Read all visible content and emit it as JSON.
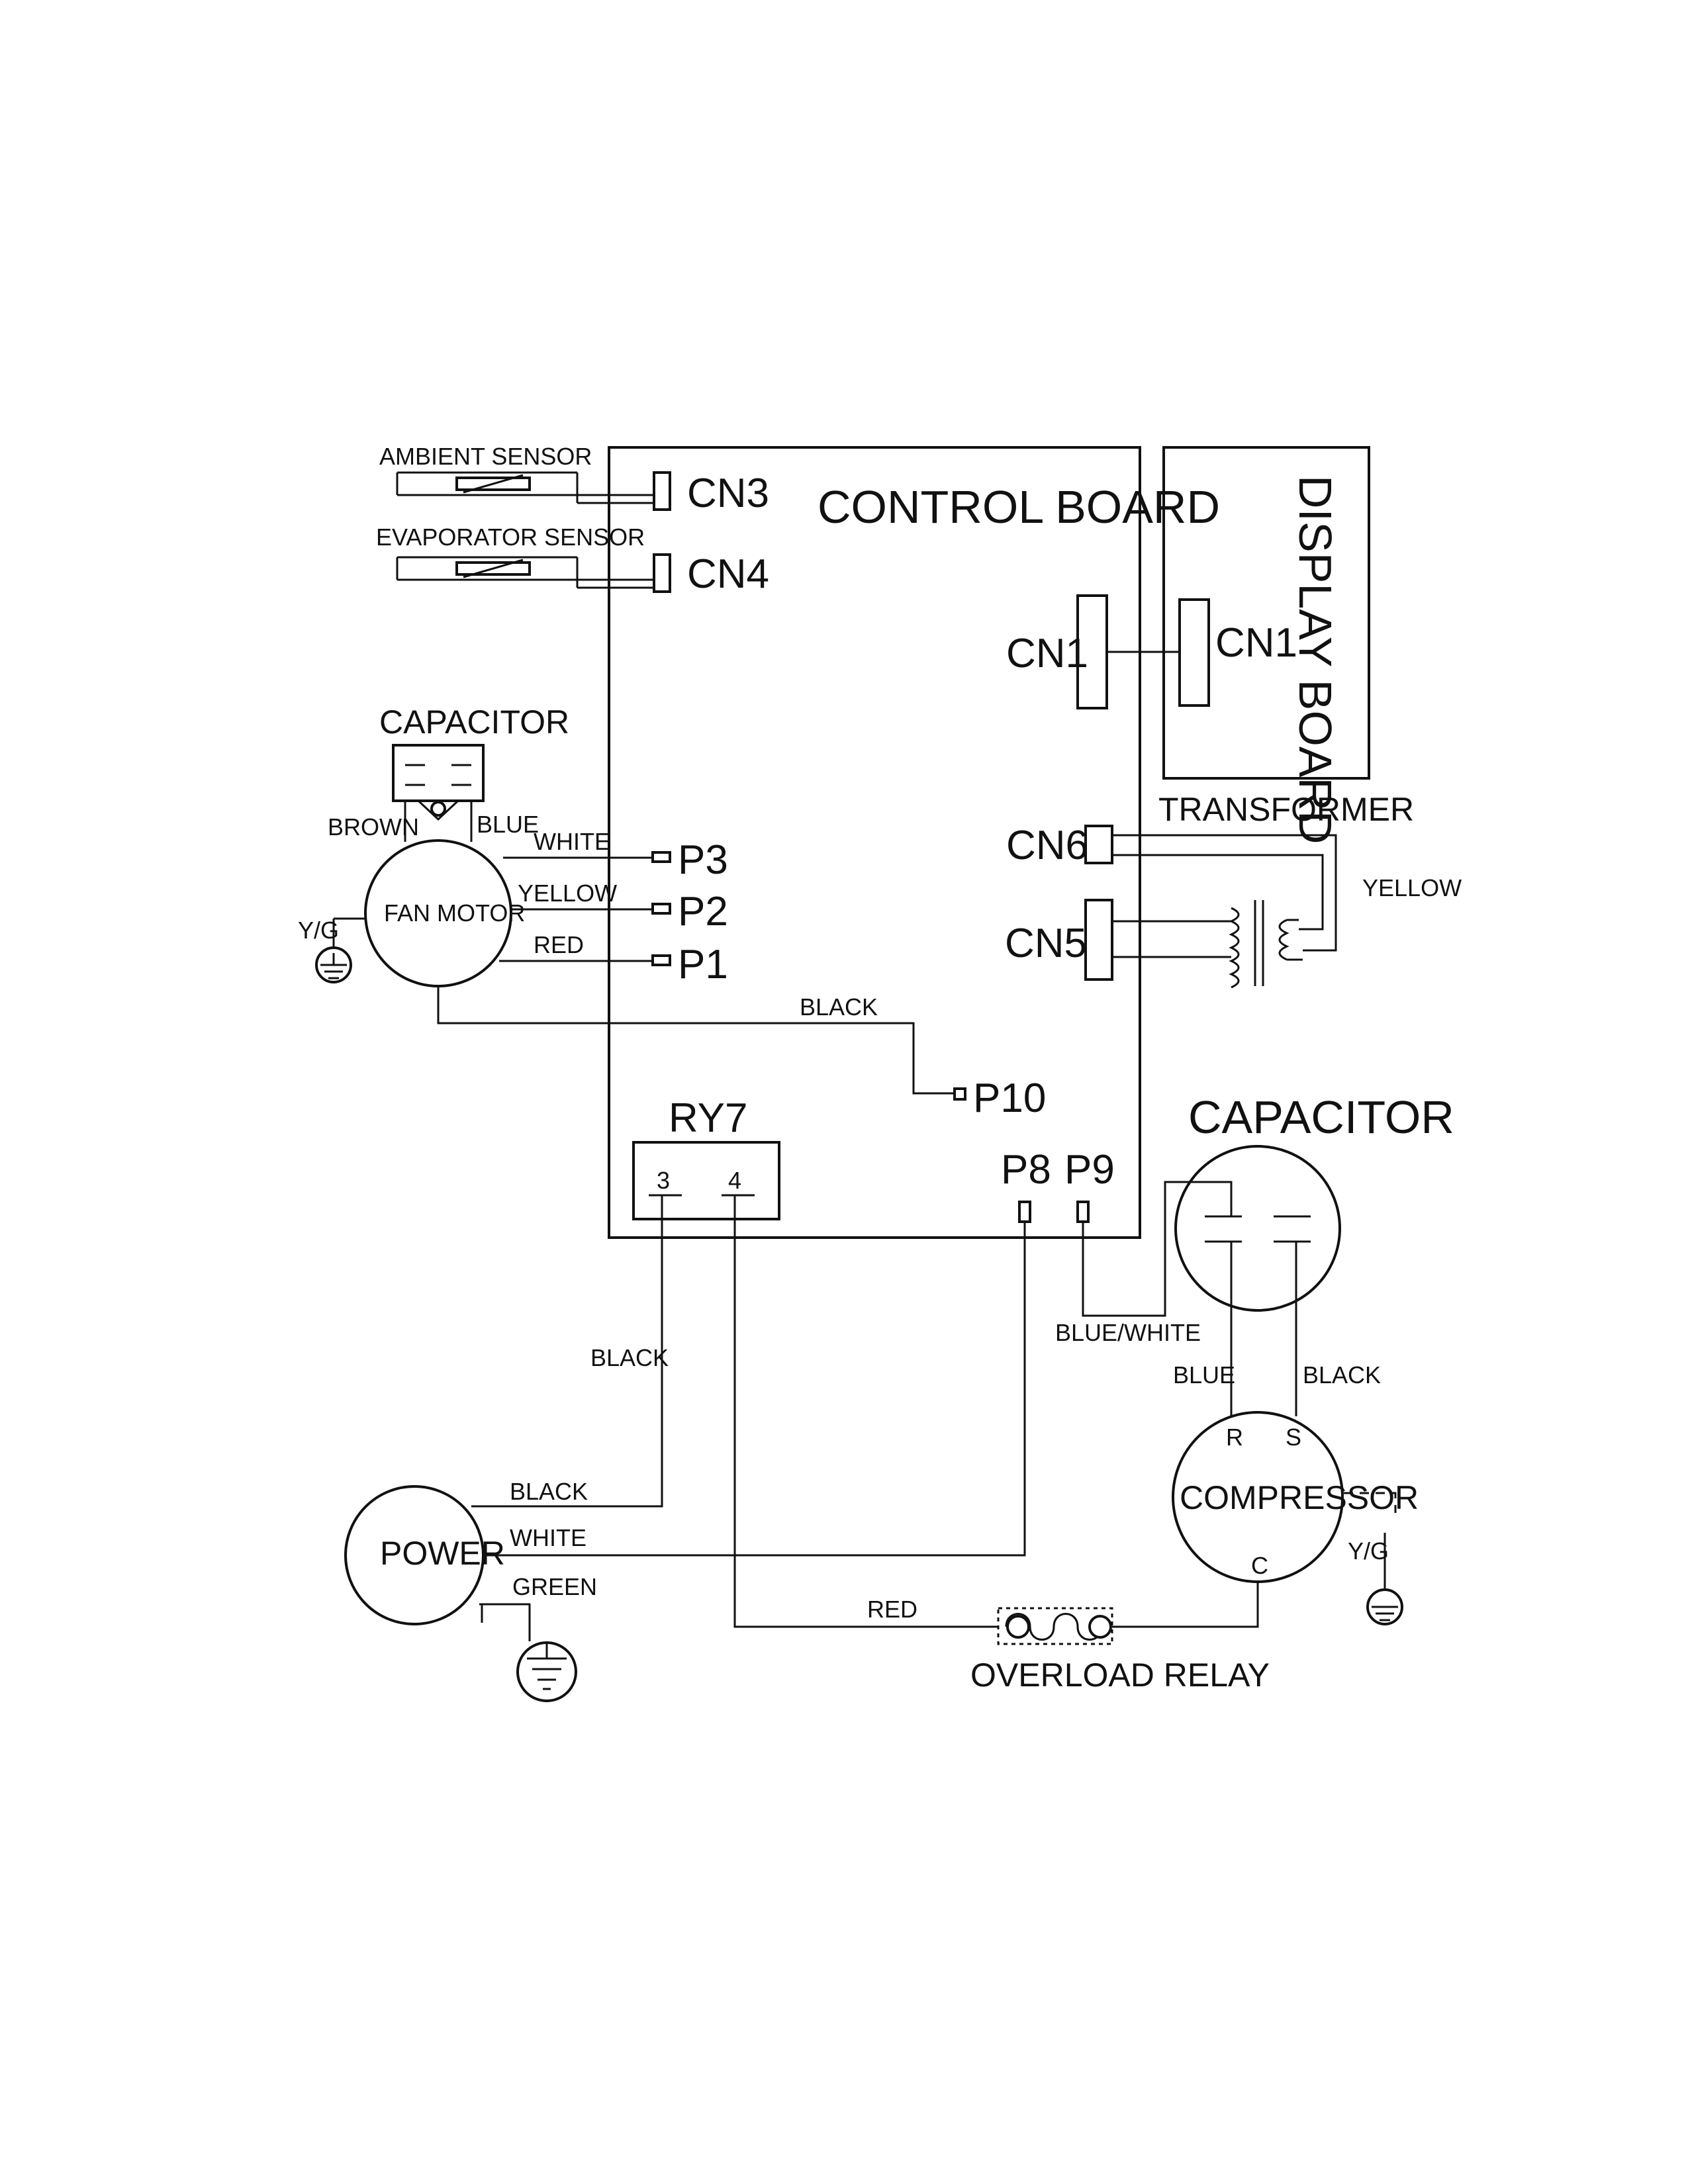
{
  "diagram": {
    "control_board": "CONTROL BOARD",
    "display_board": "DISPLAY BOARD",
    "ambient_sensor": "AMBIENT SENSOR",
    "evaporator_sensor": "EVAPORATOR SENSOR",
    "capacitor_top": "CAPACITOR",
    "capacitor_right": "CAPACITOR",
    "fan_motor": "FAN MOTOR",
    "transformer": "TRANSFORMER",
    "power": "POWER",
    "compressor": "COMPRESSOR",
    "overload_relay": "OVERLOAD RELAY",
    "relay": "RY7",
    "relay_pin_3": "3",
    "relay_pin_4": "4",
    "terminal_r": "R",
    "terminal_s": "S",
    "terminal_c": "C",
    "connectors": {
      "cn3": "CN3",
      "cn4": "CN4",
      "cn1_control": "CN1",
      "cn1_display": "CN1",
      "cn6": "CN6",
      "cn5": "CN5",
      "p3": "P3",
      "p2": "P2",
      "p1": "P1",
      "p10": "P10",
      "p8": "P8",
      "p9": "P9"
    },
    "wires": {
      "brown": "BROWN",
      "blue_fan": "BLUE",
      "white_fan": "WHITE",
      "yellow_fan": "YELLOW",
      "red_fan": "RED",
      "yg_fan": "Y/G",
      "black_fan": "BLACK",
      "yellow_transformer": "YELLOW",
      "black_relay": "BLACK",
      "black_power": "BLACK",
      "white_power": "WHITE",
      "green_power": "GREEN",
      "red_power": "RED",
      "blue_white": "BLUE/WHITE",
      "blue_compressor": "BLUE",
      "black_compressor": "BLACK",
      "yg_compressor": "Y/G"
    }
  }
}
